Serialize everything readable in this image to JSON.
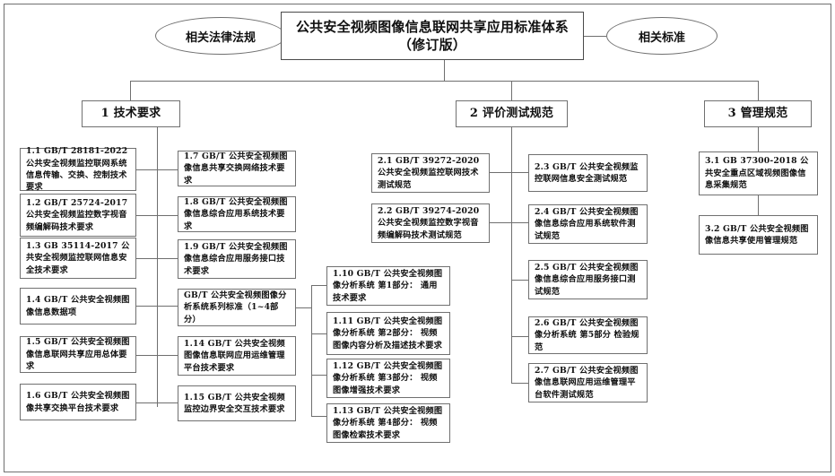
{
  "diagram": {
    "title": "公共安全视频图像信息联网共享应用标准体系（修订版）",
    "root": {
      "line1": "公共安全视频图像信息联网共享应用标准体系",
      "line2": "（修订版）"
    },
    "side_left": {
      "label": "相关法律法规"
    },
    "side_right": {
      "label": "相关标准"
    },
    "branches": [
      {
        "id": "1",
        "label": "1 技术要求"
      },
      {
        "id": "2",
        "label": "2 评价测试规范"
      },
      {
        "id": "3",
        "label": "3 管理规范"
      }
    ],
    "tech_col1": [
      {
        "label": "1.1 GB/T 28181-2022 公共安全视频监控联网系统信息传输、交换、控制技术要求"
      },
      {
        "label": "1.2 GB/T 25724-2017 公共安全视频监控数字视音频编解码技术要求"
      },
      {
        "label": "1.3 GB 35114-2017 公共安全视频监控联网信息安全技术要求"
      },
      {
        "label": "1.4 GB/T 公共安全视频图像信息数据项"
      },
      {
        "label": "1.5 GB/T 公共安全视频图像信息联网共享应用总体要求"
      },
      {
        "label": "1.6 GB/T 公共安全视频图像共享交换平台技术要求"
      }
    ],
    "tech_col2": [
      {
        "label": "1.7 GB/T 公共安全视频图像信息共享交换网络技术要求"
      },
      {
        "label": "1.8 GB/T 公共安全视频图像信息综合应用系统技术要求"
      },
      {
        "label": "1.9 GB/T 公共安全视频图像信息综合应用服务接口技术要求"
      },
      {
        "label": "GB/T 公共安全视频图像分析系统系列标准（1~4部分）"
      },
      {
        "label": "1.14 GB/T 公共安全视频图像信息联网应用运维管理平台技术要求"
      },
      {
        "label": "1.15 GB/T 公共安全视频监控边界安全交互技术要求"
      }
    ],
    "tech_col3": [
      {
        "label": "1.10 GB/T 公共安全视频图像分析系统 第1部分： 通用技术要求"
      },
      {
        "label": "1.11 GB/T 公共安全视频图像分析系统 第2部分： 视频图像内容分析及描述技术要求"
      },
      {
        "label": "1.12 GB/T 公共安全视频图像分析系统 第3部分： 视频图像增强技术要求"
      },
      {
        "label": "1.13 GB/T 公共安全视频图像分析系统 第4部分： 视频图像检索技术要求"
      }
    ],
    "eval_col1": [
      {
        "label": "2.1 GB/T 39272-2020 公共安全视频监控联网技术测试规范"
      },
      {
        "label": "2.2 GB/T 39274-2020 公共安全视频监控数字视音频编解码技术测试规范"
      }
    ],
    "eval_col2": [
      {
        "label": "2.3 GB/T 公共安全视频监控联网信息安全测试规范"
      },
      {
        "label": "2.4 GB/T 公共安全视频图像信息综合应用系统软件测试规范"
      },
      {
        "label": "2.5 GB/T 公共安全视频图像信息综合应用服务接口测试规范"
      },
      {
        "label": "2.6 GB/T 公共安全视频图像分析系统 第5部分 检验规范"
      },
      {
        "label": "2.7 GB/T 公共安全视频图像信息联网应用运维管理平台软件测试规范"
      }
    ],
    "manage_col": [
      {
        "label": "3.1 GB 37300-2018 公共安全重点区域视频图像信息采集规范"
      },
      {
        "label": "3.2 GB/T 公共安全视频图像信息共享使用管理规范"
      }
    ],
    "colors": {
      "line": "#6f6f6f",
      "box_border": "#707070",
      "background": "#ffffff",
      "text": "#111111"
    }
  }
}
